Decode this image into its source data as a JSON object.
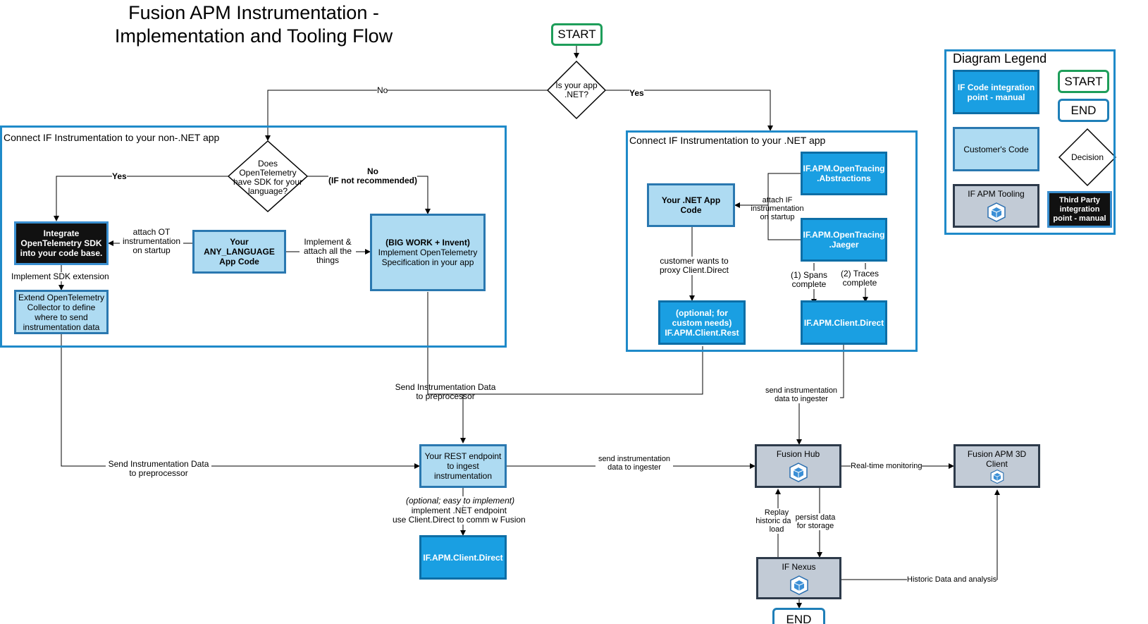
{
  "title": [
    "Fusion APM Instrumentation -",
    "Implementation and Tooling Flow"
  ],
  "terminals": {
    "start": "START",
    "end": "END"
  },
  "decisions": {
    "is_net": "Is your app .NET?",
    "otel_sdk": "Does OpenTelemetry have SDK for your language?"
  },
  "containers": {
    "non_net": "Connect IF Instrumentation to your non-.NET app",
    "net": "Connect IF Instrumentation to your .NET app"
  },
  "boxes": {
    "integrate_otel": "Integrate OpenTelemetry SDK into your code base.",
    "extend_collector": "Extend OpenTelemetry Collector to define where to send instrumentation data",
    "any_language_app": "Your ANY_LANGUAGE App Code",
    "big_work": [
      "(BIG WORK + Invent)",
      "Implement OpenTelemetry Specification in your app"
    ],
    "net_app_code": "Your .NET App Code",
    "opentracing_abstractions": "IF.APM.OpenTracing .Abstractions",
    "opentracing_jaeger": "IF.APM.OpenTracing .Jaeger",
    "client_rest": "(optional; for custom needs) IF.APM.Client.Rest",
    "client_direct_net": "IF.APM.Client.Direct",
    "rest_endpoint": "Your REST endpoint to ingest instrumentation",
    "client_direct_bottom": "IF.APM.Client.Direct",
    "fusion_hub": "Fusion Hub",
    "fusion_3d_client": "Fusion APM 3D Client",
    "if_nexus": "IF Nexus"
  },
  "edge_labels": {
    "no_top": "No",
    "yes_top": "Yes",
    "yes_sdk": "Yes",
    "no_sdk": [
      "No",
      "(IF not recommended)"
    ],
    "attach_ot": "attach OT instrumentation on startup",
    "implement_attach": "Implement & attach all the things",
    "implement_sdk_ext": "Implement SDK extension",
    "attach_if": "attach IF instrumentation on startup",
    "customer_wants": "customer wants to proxy Client.Direct",
    "spans_complete": "(1) Spans complete",
    "traces_complete": "(2) Traces complete",
    "send_instr_center": "Send Instrumentation Data to preprocessor",
    "send_instr_left": "Send Instrumentation Data to preprocessor",
    "send_to_ingester_net": "send instrumentation data to ingester",
    "send_to_ingester_rest": "send instrumentation data to ingester",
    "optional_easy": "(optional; easy to implement)",
    "implement_net_endpoint": [
      "implement .NET endpoint",
      "use Client.Direct to comm w Fusion"
    ],
    "realtime": "Real-time monitoring",
    "replay": "Replay historic data load",
    "persist": "persist data for storage",
    "historic": "Historic Data and analysis"
  },
  "legend": {
    "title": "Diagram Legend",
    "manual": "IF Code integration point - manual",
    "start": "START",
    "end": "END",
    "customer_code": "Customer's Code",
    "decision": "Decision",
    "tooling": "IF APM Tooling",
    "third_party": "Third Party integration point - manual"
  },
  "colors": {
    "blue_fill": "#1a9fe2",
    "light_fill": "#aedbf2",
    "tool_fill": "#c2cbd6",
    "dark_fill": "#111111",
    "container_border": "#1f8ac9",
    "start_border": "#1e9e5a",
    "end_border": "#1f7fb8"
  },
  "icons": {
    "tooling": "cube-icon"
  }
}
